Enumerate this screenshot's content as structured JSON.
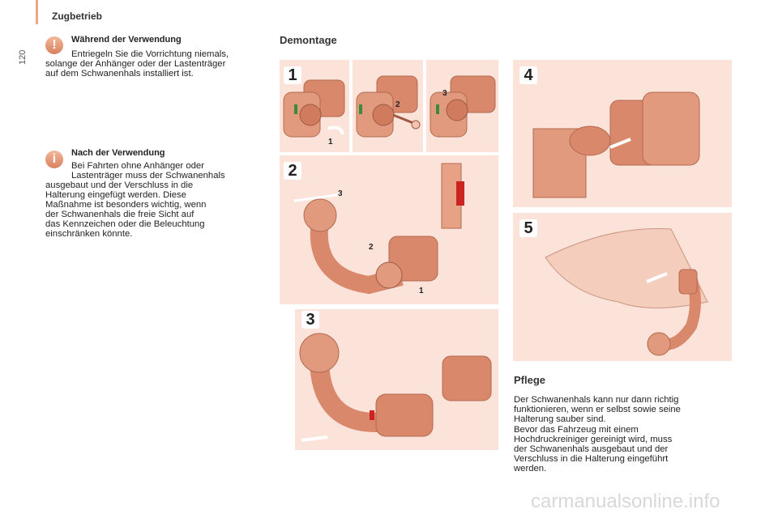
{
  "header": {
    "section": "Zugbetrieb",
    "page_number": "120"
  },
  "warning_note": {
    "icon": "exclamation-icon",
    "icon_glyph": "!",
    "title": "Während der Verwendung",
    "lines": [
      "Entriegeln Sie die Vorrichtung niemals,",
      "solange der Anhänger oder der Lastenträger",
      "auf dem Schwanenhals installiert ist."
    ]
  },
  "info_note": {
    "icon": "info-icon",
    "icon_glyph": "i",
    "title": "Nach der Verwendung",
    "lines": [
      "Bei Fahrten ohne Anhänger oder",
      "Lastenträger muss der Schwanenhals",
      "ausgebaut und der Verschluss in die",
      "Halterung eingefügt werden. Diese",
      "Maßnahme ist besonders wichtig, wenn",
      "der Schwanenhals die freie Sicht auf",
      "das Kennzeichen oder die Beleuchtung",
      "einschränken könnte."
    ]
  },
  "demontage": {
    "heading": "Demontage",
    "steps": [
      "1",
      "2",
      "3",
      "4",
      "5"
    ],
    "callouts": [
      "1",
      "2",
      "3"
    ]
  },
  "pflege": {
    "heading": "Pflege",
    "paragraph1": [
      "Der Schwanenhals kann nur dann richtig",
      "funktionieren, wenn er selbst sowie seine",
      "Halterung sauber sind."
    ],
    "paragraph2": [
      "Bevor das Fahrzeug mit einem",
      "Hochdruckreiniger gereinigt wird, muss",
      "der Schwanenhals ausgebaut und der",
      "Verschluss in die Halterung eingeführt",
      "werden."
    ]
  },
  "footer": {
    "watermark": "carmanualsonline.info"
  },
  "colors": {
    "accent": "#e9a98a",
    "panel": "#fbe3da",
    "part": "#d9886c"
  }
}
